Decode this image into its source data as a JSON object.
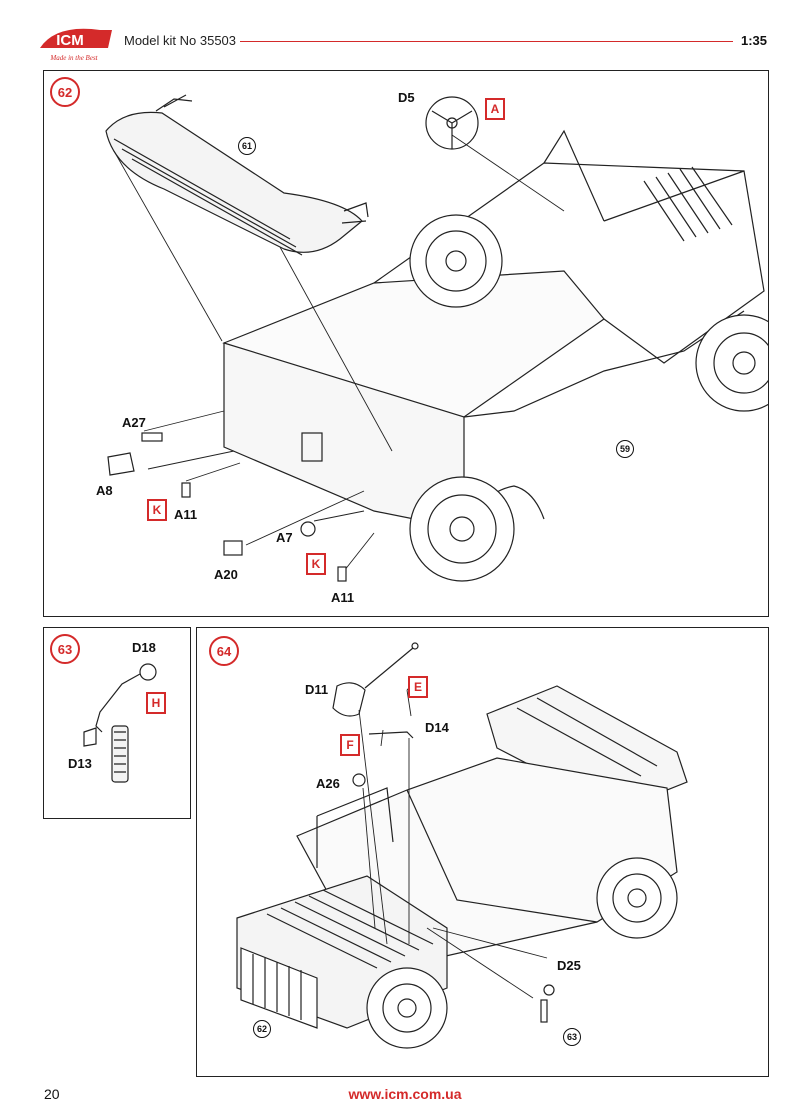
{
  "header": {
    "brand": "ICM",
    "tagline": "Made in the Best",
    "kit_title": "Model kit No 35503",
    "scale": "1:35"
  },
  "steps": {
    "s62": {
      "number": "62",
      "refs": {
        "r61": "61",
        "r59": "59"
      },
      "parts": {
        "d5": "D5",
        "a27": "A27",
        "a8": "A8",
        "a11_left": "A11",
        "a7": "A7",
        "a20": "A20",
        "a11_right": "A11"
      },
      "paint": {
        "p_a": "A",
        "p_k1": "K",
        "p_k2": "K"
      }
    },
    "s63": {
      "number": "63",
      "parts": {
        "d18": "D18",
        "d13": "D13"
      },
      "paint": {
        "p_h": "H"
      }
    },
    "s64": {
      "number": "64",
      "refs": {
        "r62": "62",
        "r63": "63"
      },
      "parts": {
        "d11": "D11",
        "d14": "D14",
        "a26": "A26",
        "d25": "D25"
      },
      "paint": {
        "p_e": "E",
        "p_f": "F"
      }
    }
  },
  "footer": {
    "page_number": "20",
    "url": "www.icm.com.ua"
  },
  "colors": {
    "accent": "#d42a2a",
    "line": "#222222"
  }
}
